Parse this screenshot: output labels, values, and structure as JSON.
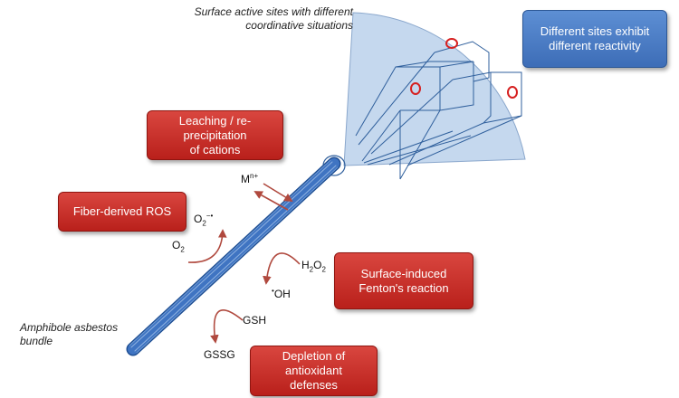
{
  "top_caption": {
    "line1": "Surface active sites with different",
    "line2": "coordinative situations"
  },
  "bottom_caption": {
    "line1": "Amphibole asbestos",
    "line2": "bundle"
  },
  "boxes": {
    "different_sites": {
      "line1": "Different sites exhibit",
      "line2": "different reactivity"
    },
    "leaching": {
      "line1": "Leaching / re-",
      "line2": "precipitation",
      "line3": "of cations"
    },
    "fiber_ros": {
      "line1": "Fiber-derived ROS"
    },
    "fenton": {
      "line1": "Surface-induced",
      "line2": "Fenton's reaction"
    },
    "depletion": {
      "line1": "Depletion of",
      "line2": "antioxidant",
      "line3": "defenses"
    }
  },
  "chemicals": {
    "metal": {
      "base": "M",
      "sup": "n+"
    },
    "superoxide": {
      "base": "O",
      "sub": "2",
      "sup": "−•"
    },
    "oxygen": {
      "base": "O",
      "sub": "2"
    },
    "peroxide": {
      "h": "H",
      "sub1": "2",
      "o": "O",
      "sub2": "2"
    },
    "hydroxyl": {
      "dot": "•",
      "text": "OH"
    },
    "gsh": "GSH",
    "gssg": "GSSG"
  },
  "colors": {
    "red_box": "#c72d27",
    "blue_box": "#4a7cc4",
    "fiber_blue": "#3f74c2",
    "fan_fill": "#c5d8ee",
    "arrow_red": "#b0493e",
    "site_marker": "#d62020"
  }
}
